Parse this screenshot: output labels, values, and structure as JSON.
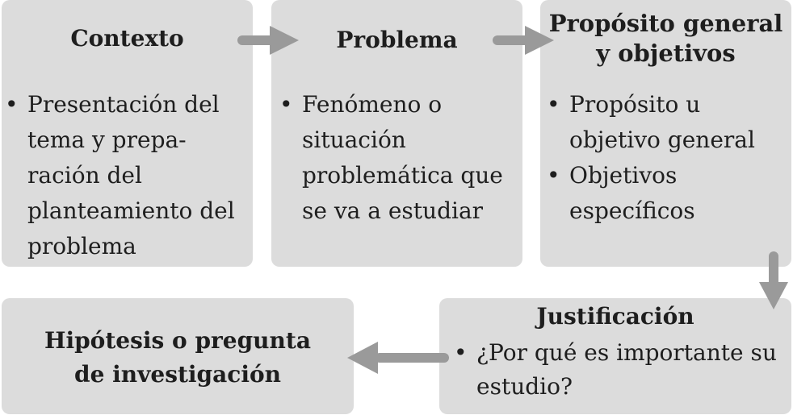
{
  "steps": {
    "contexto": {
      "title": "Contexto",
      "bullet_1": "Presentación del tema y prepa- ración del planteamiento del problema"
    },
    "problema": {
      "title": "Problema",
      "bullet_1": "Fenómeno o situación problemática que se va a estudiar"
    },
    "proposito": {
      "title_line_1": "Propósito general",
      "title_line_2": "y objetivos",
      "bullet_1": "Propósito u objetivo general",
      "bullet_2": "Objetivos específicos"
    },
    "justificacion": {
      "title": "Justificación",
      "bullet_1": "¿Por qué es importante su estudio?"
    },
    "hipotesis": {
      "title_line_1": "Hipótesis o pregunta",
      "title_line_2": "de investigación"
    }
  },
  "bullet_glyph": "•",
  "colors": {
    "box_fill": "#dcdcdc",
    "arrow": "#9a9a9a",
    "text": "#1e1e1e"
  }
}
